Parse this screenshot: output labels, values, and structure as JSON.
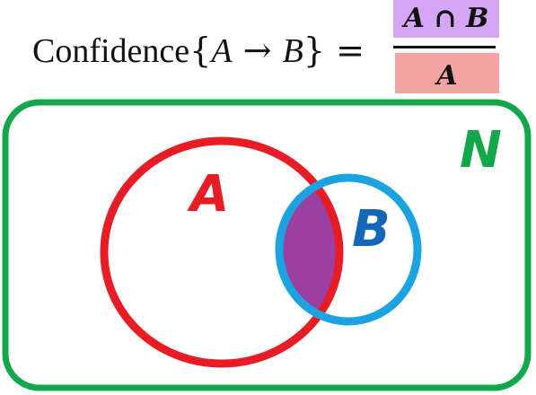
{
  "formula": {
    "prefix": "Confidence",
    "open_brace": "{",
    "antecedent": "A",
    "arrow": "→",
    "consequent": "B",
    "close_brace": "}",
    "equals": "=",
    "numerator": "A ∩ B",
    "denominator": "A"
  },
  "venn": {
    "universe_label": "N",
    "set_a_label": "A",
    "set_b_label": "B"
  },
  "colors": {
    "universe": "#12a84a",
    "set_a": "#e81c24",
    "set_b": "#1aa3e0",
    "intersection": "#9b3fa3",
    "numerator_highlight": "#d5a6f5",
    "denominator_highlight": "#f5a3a3"
  }
}
